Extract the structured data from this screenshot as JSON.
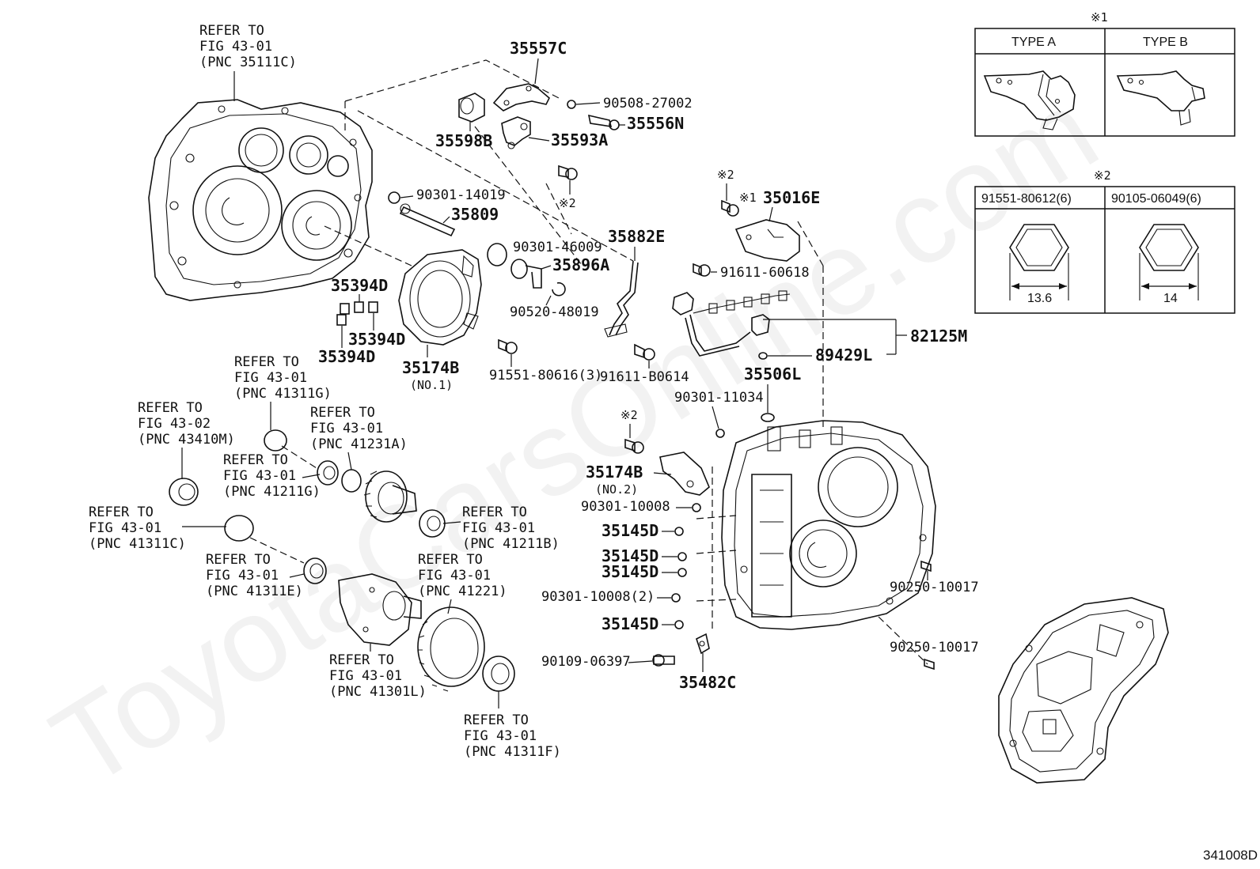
{
  "watermark": "ToyotaCarsOnline.com",
  "diagram_code": "341008D",
  "legend_type": {
    "marker": "※1",
    "type_a": "TYPE A",
    "type_b": "TYPE B"
  },
  "legend_bolt": {
    "marker": "※2",
    "left_part": "91551-80612(6)",
    "right_part": "90105-06049(6)",
    "left_dim": "13.6",
    "right_dim": "14"
  },
  "labels": {
    "ref_35111c_1": "REFER TO",
    "ref_35111c_2": "FIG 43-01",
    "ref_35111c_3": "(PNC 35111C)",
    "p35557c": "35557C",
    "p90508": "90508-27002",
    "p35556n": "35556N",
    "p35598b": "35598B",
    "p35593a": "35593A",
    "mark2_a": "※2",
    "p90301_14019": "90301-14019",
    "p35809": "35809",
    "p90301_46009": "90301-46009",
    "p35896a": "35896A",
    "p90520": "90520-48019",
    "p35882e": "35882E",
    "mark2_b": "※2",
    "mark1_35016e": "※1",
    "p35016e": "35016E",
    "p91611_60618": "91611-60618",
    "p82125m": "82125M",
    "p89429l": "89429L",
    "p35506l": "35506L",
    "p91611_b0614": "91611-B0614",
    "p35394d_a": "35394D",
    "p35394d_b": "35394D",
    "p35394d_c": "35394D",
    "p35174b_1": "35174B",
    "p35174b_1_no": "(NO.1)",
    "p91551_80616": "91551-80616(3)",
    "ref_41311g_1": "REFER TO",
    "ref_41311g_2": "FIG 43-01",
    "ref_41311g_3": "(PNC 41311G)",
    "ref_43410m_1": "REFER TO",
    "ref_43410m_2": "FIG 43-02",
    "ref_43410m_3": "(PNC 43410M)",
    "ref_41231a_1": "REFER TO",
    "ref_41231a_2": "FIG 43-01",
    "ref_41231a_3": "(PNC 41231A)",
    "ref_41211g_1": "REFER TO",
    "ref_41211g_2": "FIG 43-01",
    "ref_41211g_3": "(PNC 41211G)",
    "ref_41311c_1": "REFER TO",
    "ref_41311c_2": "FIG 43-01",
    "ref_41311c_3": "(PNC 41311C)",
    "ref_41211b_1": "REFER TO",
    "ref_41211b_2": "FIG 43-01",
    "ref_41211b_3": "(PNC 41211B)",
    "ref_41311e_1": "REFER TO",
    "ref_41311e_2": "FIG 43-01",
    "ref_41311e_3": "(PNC 41311E)",
    "ref_41221_1": "REFER TO",
    "ref_41221_2": "FIG 43-01",
    "ref_41221_3": "(PNC 41221)",
    "ref_41301l_1": "REFER TO",
    "ref_41301l_2": "FIG 43-01",
    "ref_41301l_3": "(PNC 41301L)",
    "ref_41311f_1": "REFER TO",
    "ref_41311f_2": "FIG 43-01",
    "ref_41311f_3": "(PNC 41311F)",
    "p90301_11034": "90301-11034",
    "mark2_c": "※2",
    "p35174b_2": "35174B",
    "p35174b_2_no": "(NO.2)",
    "p90301_10008": "90301-10008",
    "p35145d_a": "35145D",
    "p35145d_b": "35145D",
    "p35145d_c": "35145D",
    "p90301_10008_2": "90301-10008(2)",
    "p35145d_d": "35145D",
    "p90109": "90109-06397",
    "p35482c": "35482C",
    "p90250_a": "90250-10017",
    "p90250_b": "90250-10017"
  }
}
